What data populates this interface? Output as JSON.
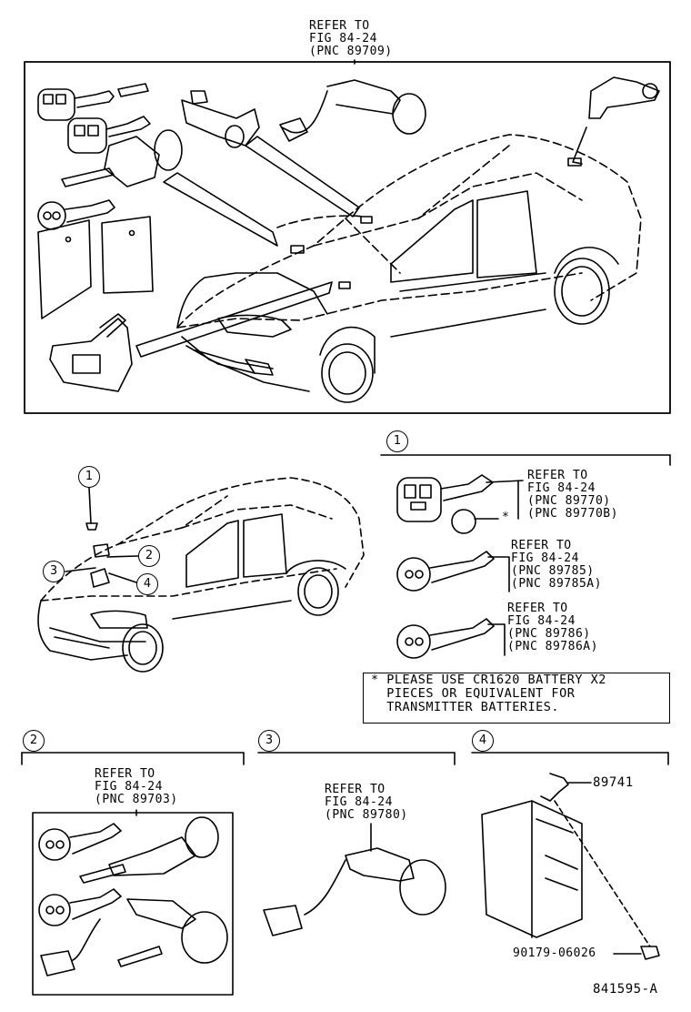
{
  "top": {
    "refer": [
      "REFER TO",
      "FIG 84-24",
      "(PNC 89709)"
    ]
  },
  "section1": {
    "number": "1",
    "ref_a": [
      "REFER TO",
      "FIG 84-24",
      "(PNC 89770)",
      "(PNC 89770B)"
    ],
    "ref_b": [
      "REFER TO",
      "FIG 84-24",
      "(PNC 89785)",
      "(PNC 89785A)"
    ],
    "ref_c": [
      "REFER TO",
      "FIG 84-24",
      "(PNC 89786)",
      "(PNC 89786A)"
    ],
    "asterisk": "*",
    "note": [
      "* PLEASE USE CR1620 BATTERY X2",
      "  PIECES OR EQUIVALENT FOR",
      "  TRANSMITTER BATTERIES."
    ]
  },
  "callouts": {
    "c1": "1",
    "c2": "2",
    "c3": "3",
    "c4": "4"
  },
  "section2": {
    "number": "2",
    "refer": [
      "REFER TO",
      "FIG 84-24",
      "(PNC 89703)"
    ]
  },
  "section3": {
    "number": "3",
    "refer": [
      "REFER TO",
      "FIG 84-24",
      "(PNC 89780)"
    ]
  },
  "section4": {
    "number": "4",
    "part_a": "89741",
    "part_b": "90179-06026"
  },
  "figure_id": "841595-A"
}
